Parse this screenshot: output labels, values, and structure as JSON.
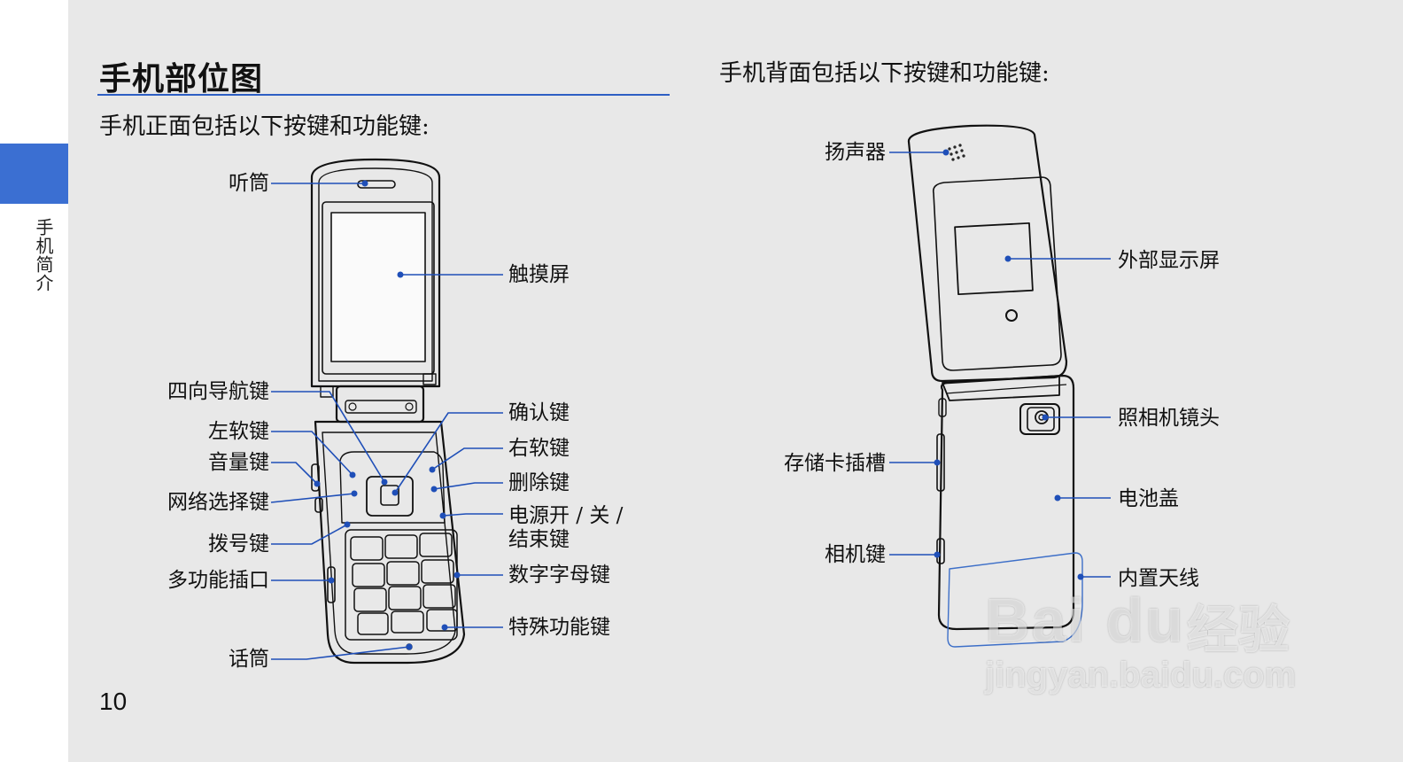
{
  "sidebar": {
    "section_label": "手机简介"
  },
  "page": {
    "title": "手机部位图",
    "front_intro": "手机正面包括以下按键和功能键:",
    "back_intro": "手机背面包括以下按键和功能键:",
    "page_number": "10"
  },
  "front_labels": {
    "earpiece": "听筒",
    "touchscreen": "触摸屏",
    "nav_key": "四向导航键",
    "confirm_key": "确认键",
    "left_soft_key": "左软键",
    "right_soft_key": "右软键",
    "volume_key": "音量键",
    "delete_key": "删除键",
    "network_key": "网络选择键",
    "power_end_key_line1": "电源开 / 关 /",
    "power_end_key_line2": "结束键",
    "dial_key": "拨号键",
    "alnum_keys": "数字字母键",
    "multi_jack": "多功能插口",
    "special_keys": "特殊功能键",
    "microphone": "话筒"
  },
  "back_labels": {
    "speaker": "扬声器",
    "external_display": "外部显示屏",
    "camera_lens": "照相机镜头",
    "card_slot": "存储卡插槽",
    "battery_cover": "电池盖",
    "camera_key": "相机键",
    "antenna": "内置天线"
  },
  "watermark": {
    "brand": "Bai du",
    "cn": "经验",
    "url": "jingyan.baidu.com"
  },
  "colors": {
    "accent": "#3b6fd2",
    "rule": "#2d5fc4",
    "leader": "#1f4fb8",
    "background": "#e8e8e8"
  }
}
